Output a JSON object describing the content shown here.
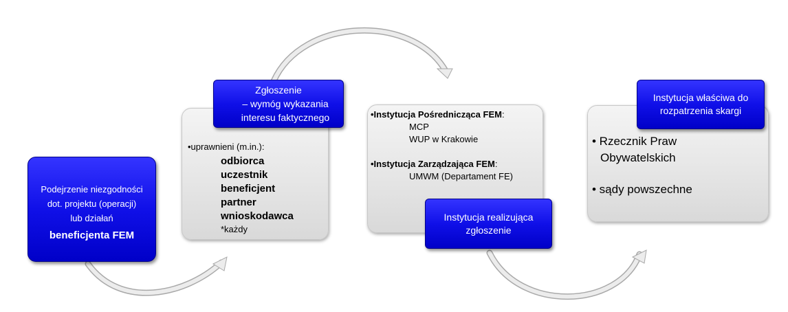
{
  "start_box": {
    "lines": [
      "Podejrzenie niezgodności",
      "dot. projektu (operacji)",
      "lub działań"
    ],
    "bold_line": "beneficjenta FEM"
  },
  "step1": {
    "header_lines": [
      "Zgłoszenie",
      "– wymóg wykazania",
      "interesu faktycznego"
    ],
    "intro": "•uprawnieni (m.in.):",
    "items": [
      "odbiorca",
      "uczestnik",
      "beneficjent",
      "partner",
      "wnioskodawca"
    ],
    "note": "*każdy"
  },
  "step2": {
    "ip_label": "•Instytucja Pośrednicząca FEM",
    "ip_colon": ":",
    "ip_items": [
      "MCP",
      "WUP w Krakowie"
    ],
    "iz_label": "•Instytucja Zarządzająca FEM",
    "iz_colon": ":",
    "iz_items": [
      "UMWM (Departament FE)"
    ],
    "footer_lines": [
      "Instytucja realizująca",
      "zgłoszenie"
    ]
  },
  "step3": {
    "header_lines": [
      "Instytucja właściwa do",
      "rozpatrzenia skargi"
    ],
    "items": [
      "• Rzecznik Praw",
      "Obywatelskich",
      "• sądy powszechne"
    ]
  },
  "colors": {
    "blue": "#0000e0",
    "grey": "#e6e6e6",
    "arrow": "#d0d0d0"
  }
}
